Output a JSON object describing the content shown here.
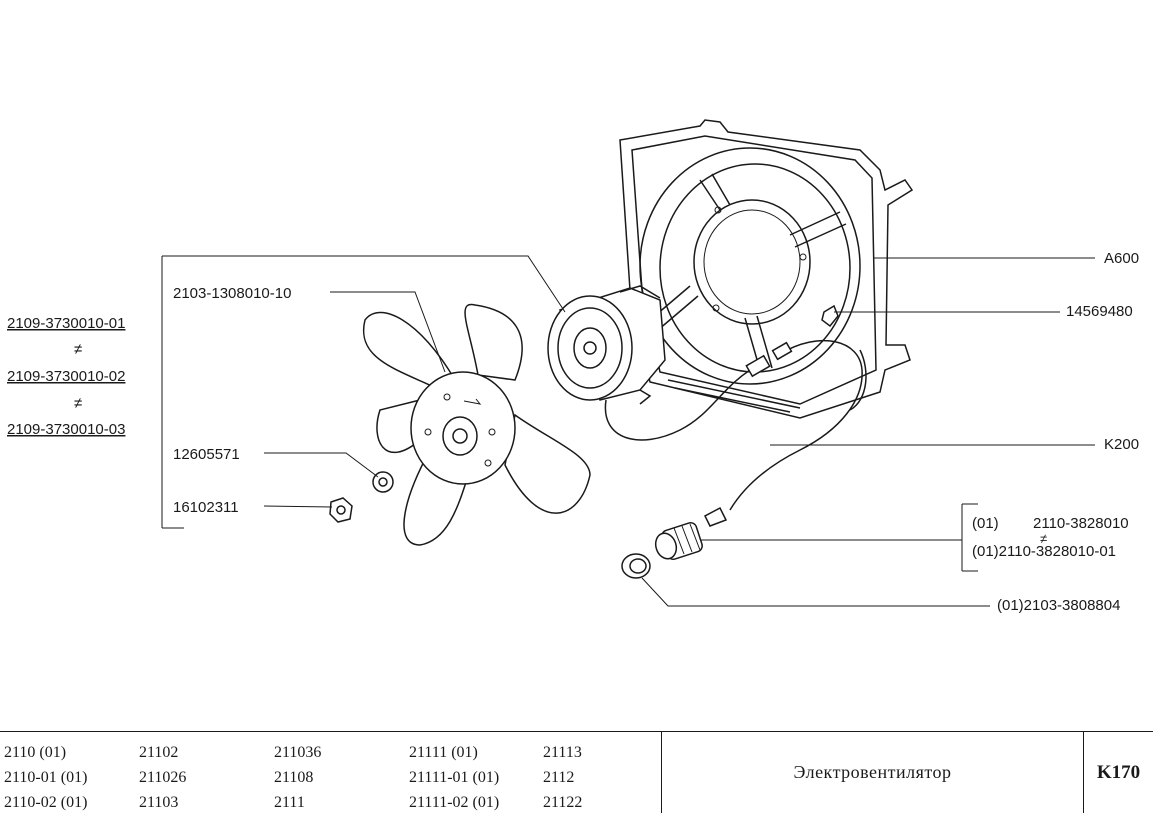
{
  "labels": {
    "assembly_1": "2109-3730010-01",
    "assembly_2": "2109-3730010-02",
    "assembly_3": "2109-3730010-03",
    "neq": "≠",
    "motor": "2103-1308010-10",
    "washer": "12605571",
    "nut": "16102311",
    "shroud": "A600",
    "clip": "14569480",
    "harness": "K200",
    "sensor_1_prefix": "(01)",
    "sensor_1": "2110-3828010",
    "sensor_2": "(01)2110-3828010-01",
    "gasket": "(01)2103-3808804"
  },
  "footer": {
    "models": [
      [
        "2110 (01)",
        "2110-01 (01)",
        "2110-02 (01)"
      ],
      [
        "21102",
        "211026",
        "21103"
      ],
      [
        "211036",
        "21108",
        "2111"
      ],
      [
        "21111 (01)",
        "21111-01 (01)",
        "21111-02 (01)"
      ],
      [
        "21113",
        "2112",
        "21122"
      ]
    ],
    "title": "Электровентилятор",
    "code": "K170"
  }
}
